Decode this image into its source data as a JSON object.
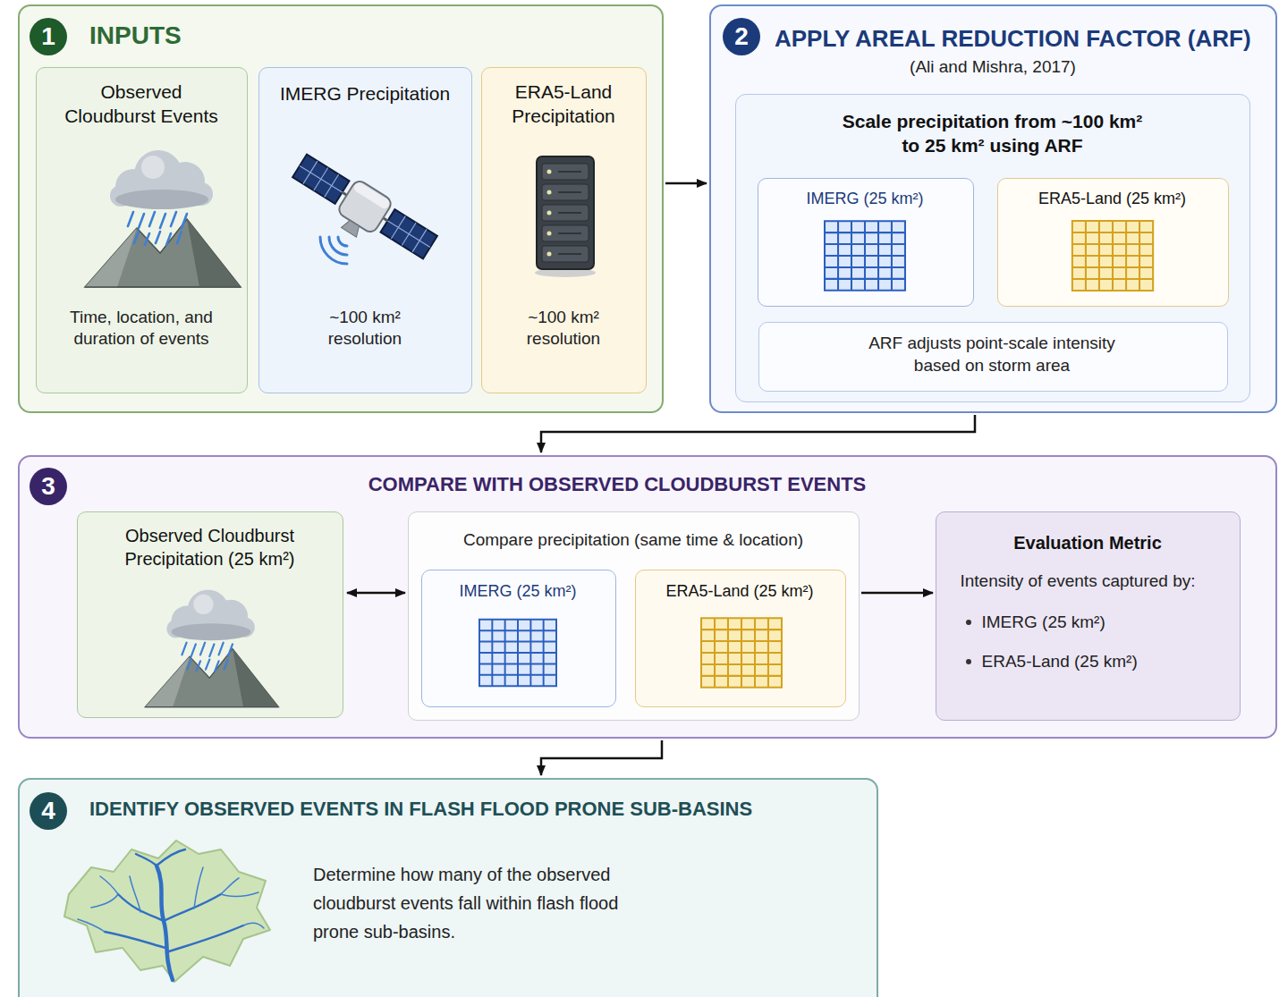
{
  "diagram": {
    "nodes": [
      {
        "text": [
          "INPUTS"
        ]
      },
      {
        "text": [
          "1"
        ],
        "in": 0
      },
      {
        "text": [
          "Observed Cloudburst Events",
          "Time, location, and duration of events"
        ],
        "in": 0
      },
      {
        "text": [
          "IMERG Precipitation",
          "~100 km² resolution"
        ],
        "in": 0
      },
      {
        "text": [
          "ERA5-Land Precipitation",
          "~100 km² resolution"
        ],
        "in": 0
      },
      {
        "text": [
          "APPLY AREAL REDUCTION FACTOR (ARF)",
          "(Ali and Mishra, 2017)"
        ]
      },
      {
        "text": [
          "2"
        ],
        "in": 5
      },
      {
        "text": [
          "Scale precipitation from ~100 km² to 25 km² using ARF"
        ],
        "in": 5
      },
      {
        "text": [
          "IMERG (25 km²)"
        ],
        "in": 7
      },
      {
        "text": [
          "ERA5-Land (25 km²)"
        ],
        "in": 7
      },
      {
        "text": [
          "ARF adjusts point-scale intensity based on storm area"
        ],
        "in": 7
      },
      {
        "text": [
          "COMPARE WITH OBSERVED CLOUDBURST EVENTS"
        ]
      },
      {
        "text": [
          "3"
        ],
        "in": 11
      },
      {
        "text": [
          "Observed Cloudburst Precipitation (25 km²)"
        ],
        "in": 11
      },
      {
        "text": [
          "Compare precipitation (same time & location)"
        ],
        "in": 11
      },
      {
        "text": [
          "IMERG (25 km²)"
        ],
        "in": 14
      },
      {
        "text": [
          "ERA5-Land (25 km²)"
        ],
        "in": 14
      },
      {
        "text": [
          "Evaluation Metric",
          "Intensity of events captured by:",
          "IMERG (25 km²)",
          "ERA5-Land (25 km²)"
        ],
        "in": 11
      },
      {
        "text": [
          "IDENTIFY OBSERVED EVENTS IN FLASH FLOOD PRONE SUB-BASINS",
          "Determine how many of the observed cloudburst events fall within flash flood prone sub-basins."
        ]
      },
      {
        "text": [
          "4"
        ],
        "in": 18
      }
    ],
    "edges": [
      {
        "from": 0,
        "to": 5,
        "arrow": "to"
      },
      {
        "from": 5,
        "to": 11,
        "arrow": "to"
      },
      {
        "from": 13,
        "to": 14,
        "arrow": "both"
      },
      {
        "from": 14,
        "to": 17,
        "arrow": "to"
      },
      {
        "from": 11,
        "to": 18,
        "arrow": "to"
      }
    ]
  }
}
